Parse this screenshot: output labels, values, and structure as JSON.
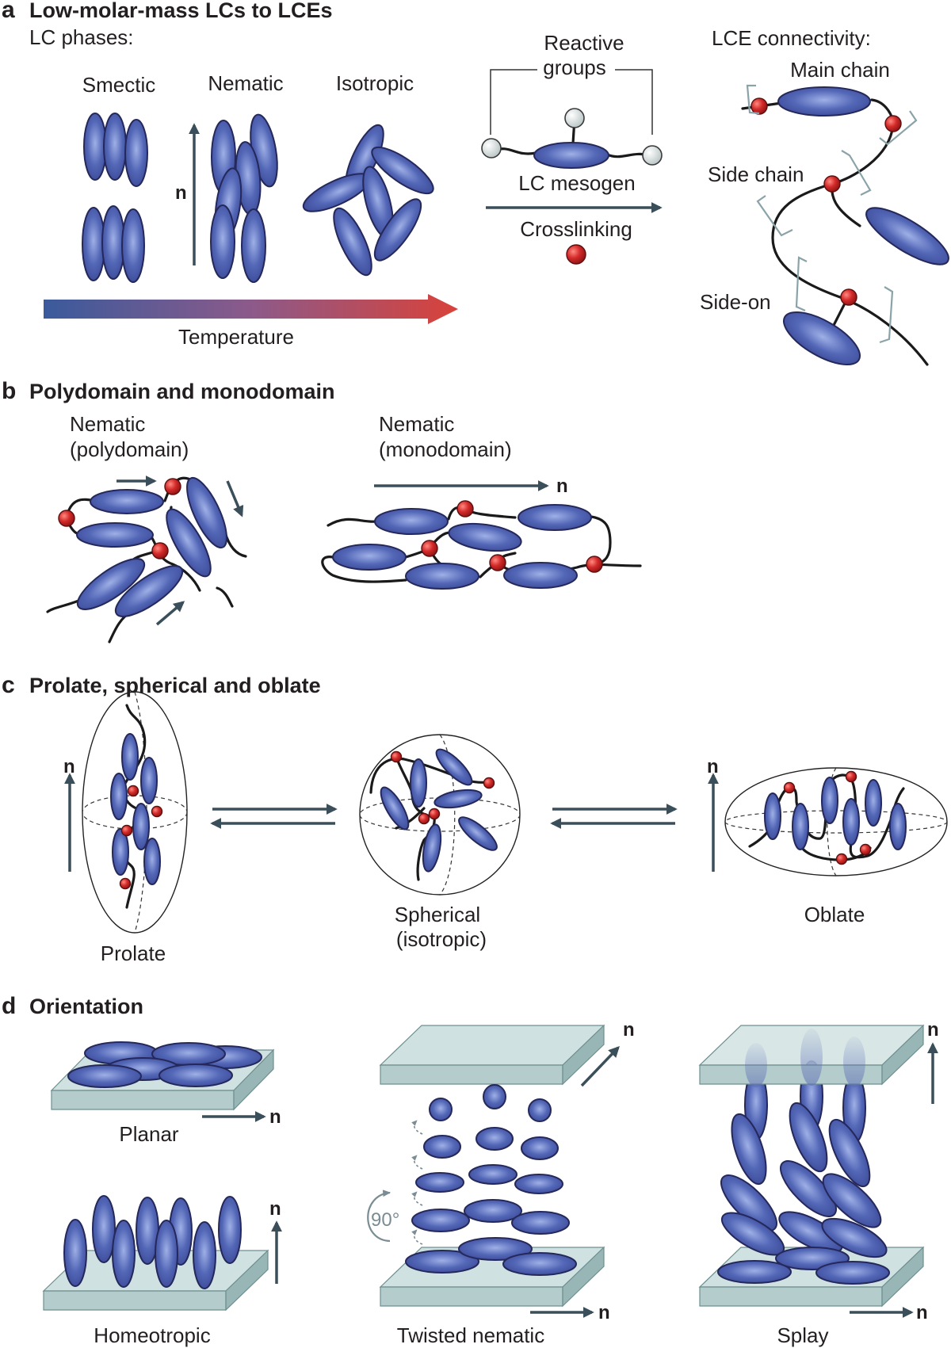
{
  "panel_a": {
    "letter": "a",
    "title": "Low-molar-mass LCs to LCEs",
    "lc_phases_label": "LC phases:",
    "phases": [
      "Smectic",
      "Nematic",
      "Isotropic"
    ],
    "director_label": "n",
    "temperature_label": "Temperature",
    "reactive_groups_line1": "Reactive",
    "reactive_groups_line2": "groups",
    "lc_mesogen_label": "LC mesogen",
    "crosslinking_label": "Crosslinking",
    "connectivity_label": "LCE connectivity:",
    "main_chain_label": "Main chain",
    "side_chain_label": "Side chain",
    "side_on_label": "Side-on",
    "colors": {
      "temperature_cold": "#3a5a9c",
      "temperature_hot": "#d9423a",
      "mesogen": "#4f63b0",
      "crosslink": "#c8202a"
    }
  },
  "panel_b": {
    "letter": "b",
    "title": "Polydomain and monodomain",
    "polydomain_line1": "Nematic",
    "polydomain_line2": "(polydomain)",
    "monodomain_line1": "Nematic",
    "monodomain_line2": "(monodomain)",
    "director_label": "n"
  },
  "panel_c": {
    "letter": "c",
    "title": "Prolate, spherical and oblate",
    "prolate_label": "Prolate",
    "spherical_line1": "Spherical",
    "spherical_line2": "(isotropic)",
    "oblate_label": "Oblate",
    "director_label": "n"
  },
  "panel_d": {
    "letter": "d",
    "title": "Orientation",
    "planar_label": "Planar",
    "homeotropic_label": "Homeotropic",
    "twisted_label": "Twisted nematic",
    "splay_label": "Splay",
    "twist_angle_label": "90°",
    "director_label": "n"
  }
}
